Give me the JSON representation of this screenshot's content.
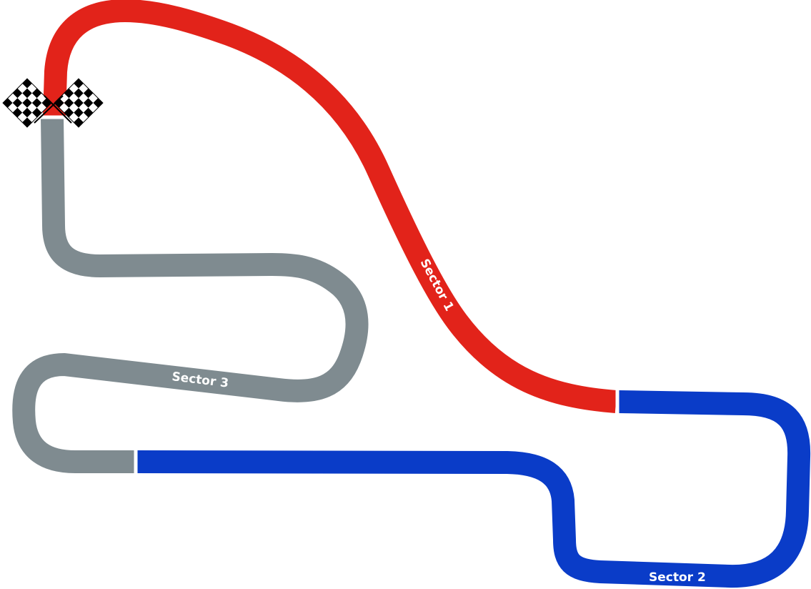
{
  "sectors": [
    {
      "label": "Sector 1",
      "color": "#e2231a"
    },
    {
      "label": "Sector 2",
      "color": "#0a3cc8"
    },
    {
      "label": "Sector 3",
      "color": "#7f8b90"
    }
  ],
  "start_finish": {
    "icon": "checkered-flags-icon",
    "colors": [
      "#000000",
      "#ffffff"
    ]
  }
}
